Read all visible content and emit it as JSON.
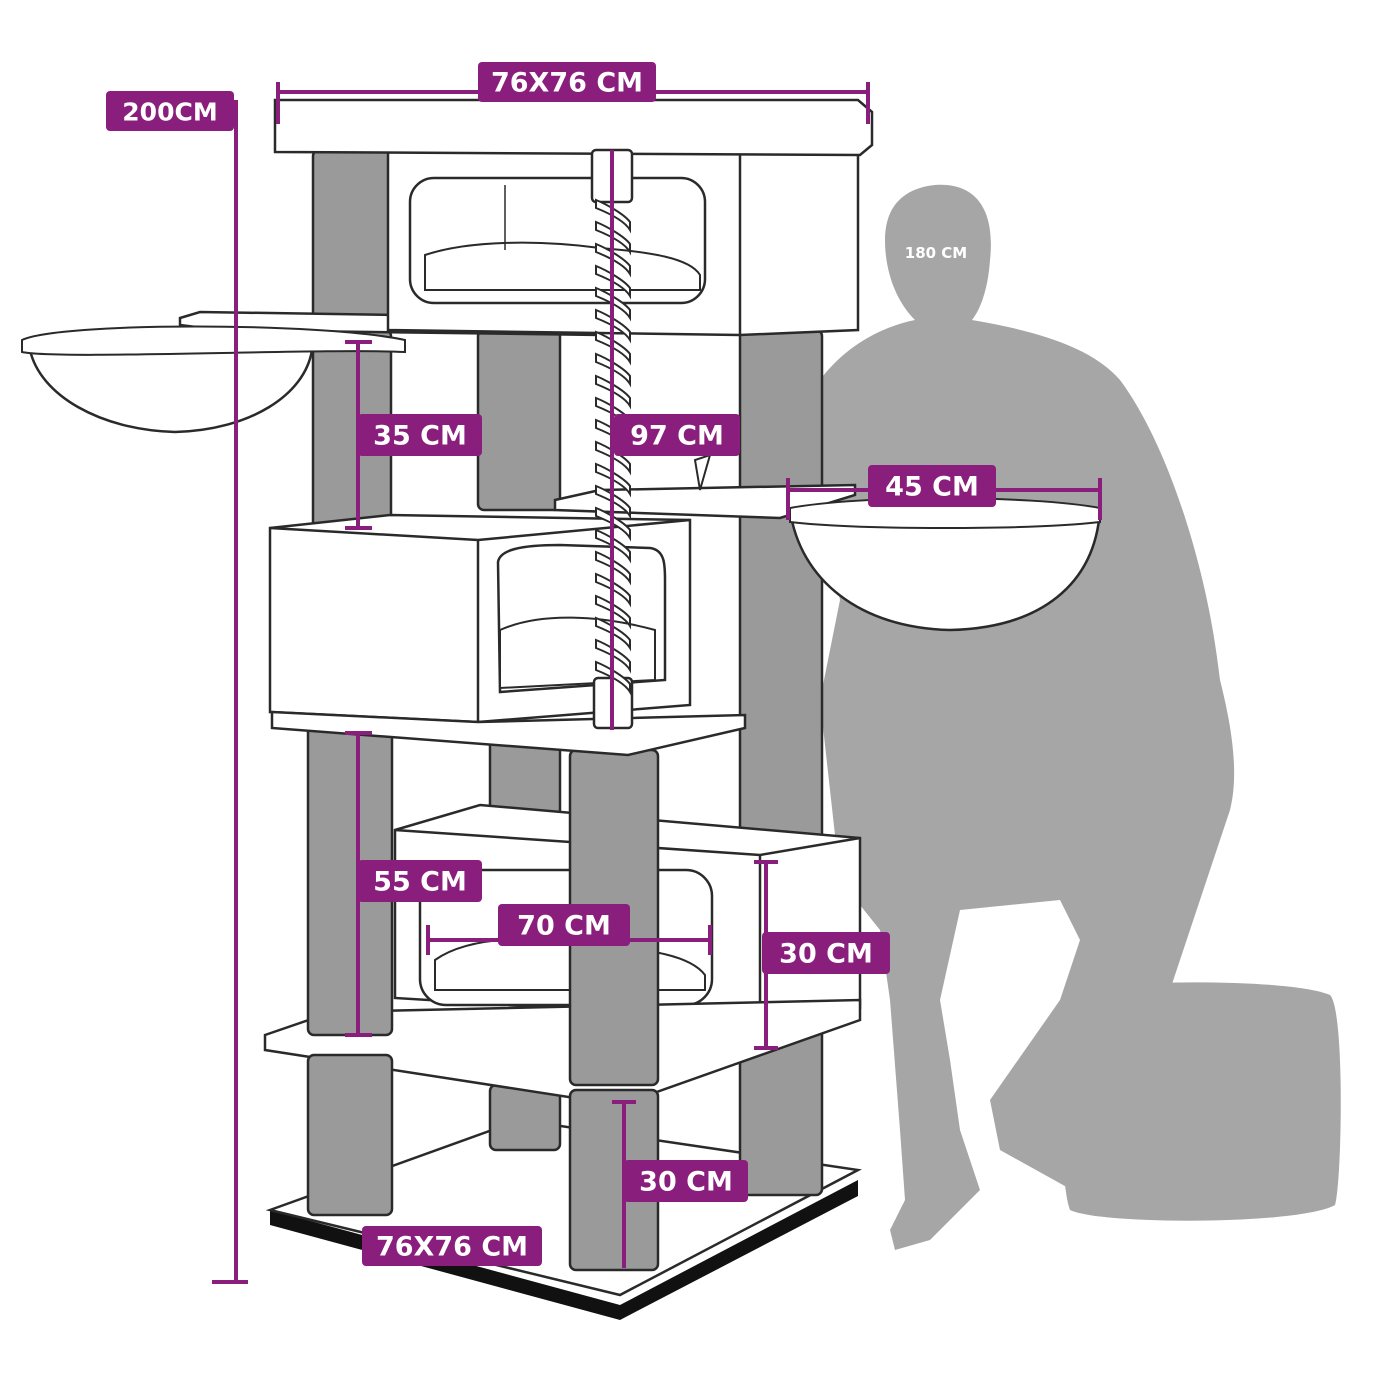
{
  "colors": {
    "accent": "#8a1e7c",
    "post_fill": "#9a9a9a",
    "outline": "#2a2a2a",
    "person": "#a6a6a6",
    "label_text": "#ffffff"
  },
  "icons": {
    "sisal_rope": "rope-icon",
    "person_silhouette": "person-icon",
    "stool": "stool-icon"
  },
  "dimensions": {
    "top_width": "76X76 CM",
    "total_height": "200CM",
    "person_height": "180 CM",
    "post_upper": "35 CM",
    "rope_length": "97 CM",
    "hammock_width": "45 CM",
    "post_middle": "55 CM",
    "cave_width": "70 CM",
    "cave_height": "30 CM",
    "base_post": "30 CM",
    "base_size": "76X76 CM"
  }
}
